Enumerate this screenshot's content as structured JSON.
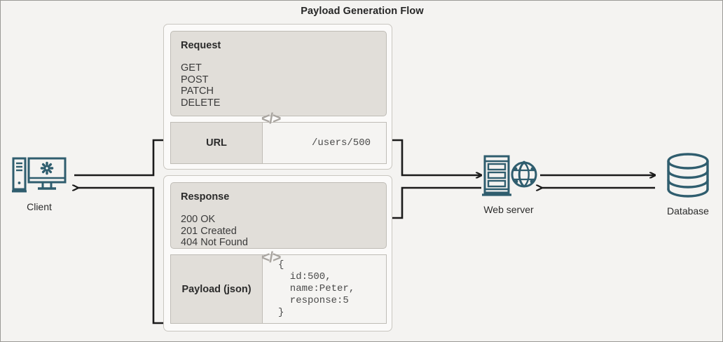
{
  "title": "Payload Generation Flow",
  "request": {
    "heading": "Request",
    "methods": [
      "GET",
      "POST",
      "PATCH",
      "DELETE"
    ],
    "url_row": {
      "label": "URL",
      "value": "/users/500",
      "code_icon": "</>"
    }
  },
  "response": {
    "heading": "Response",
    "statuses": [
      "200 OK",
      "201 Created",
      "404 Not Found"
    ],
    "payload_row": {
      "label": "Payload (json)",
      "code_icon": "</>",
      "lines": [
        "{",
        "  id:500,",
        "  name:Peter,",
        "  response:5",
        "}"
      ]
    }
  },
  "nodes": {
    "client": {
      "label": "Client",
      "icon": "desktop-computer-icon"
    },
    "server": {
      "label": "Web server",
      "icon": "server-globe-icon"
    },
    "database": {
      "label": "Database",
      "icon": "database-cylinder-icon"
    }
  },
  "connectors": [
    {
      "name": "client-to-url",
      "direction": "right",
      "arrowhead": false
    },
    {
      "name": "payload-to-client",
      "direction": "left",
      "arrowhead": true
    },
    {
      "name": "url-to-server",
      "direction": "right",
      "arrowhead": true
    },
    {
      "name": "response-to-server",
      "direction": "right",
      "arrowhead": false
    },
    {
      "name": "server-to-database",
      "direction": "right",
      "arrowhead": true
    },
    {
      "name": "database-to-server",
      "direction": "left",
      "arrowhead": true
    }
  ],
  "colors": {
    "page_background": "#f4f3f1",
    "panel_fill": "#fbfaf9",
    "block_fill": "#e1ded9",
    "icon_accent": "#2f5d6e",
    "line": "#1a1a1a",
    "code_icon": "#a9a5a0"
  }
}
